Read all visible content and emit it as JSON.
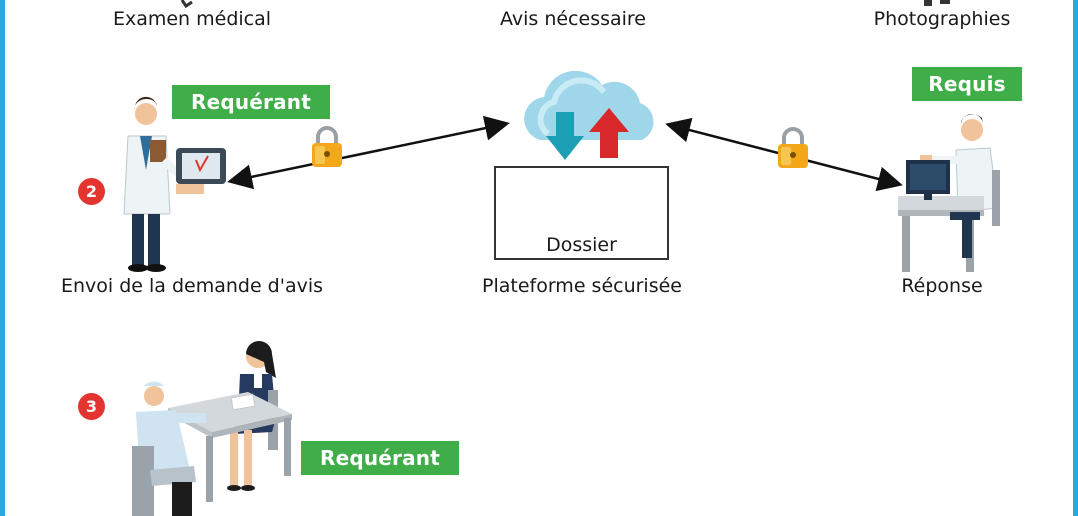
{
  "top_labels": {
    "left": "Examen médical",
    "center": "Avis nécessaire",
    "right": "Photographies"
  },
  "steps": [
    {
      "number": "2",
      "role_tag": "Requérant",
      "caption": "Envoi de la demande d'avis"
    },
    {
      "number": "3",
      "role_tag": "Requérant"
    }
  ],
  "platform": {
    "caption": "Plateforme sécurisée",
    "dossier_label": "Dossier"
  },
  "expert": {
    "role_tag": "Requis",
    "caption": "Réponse"
  },
  "colors": {
    "frame": "#29a8e0",
    "tag_green": "#3fae49",
    "step_red": "#e3342f",
    "cloud_blue": "#9fd6ea",
    "arrow_red": "#d8282c",
    "arrow_teal": "#1b9fb5",
    "lock_gold": "#f2a818"
  },
  "icons": [
    "cloud-upload-download-icon",
    "lock-icon",
    "doctor-tablet-icon",
    "doctor-desk-icon",
    "consultation-icon",
    "folder-icon"
  ]
}
